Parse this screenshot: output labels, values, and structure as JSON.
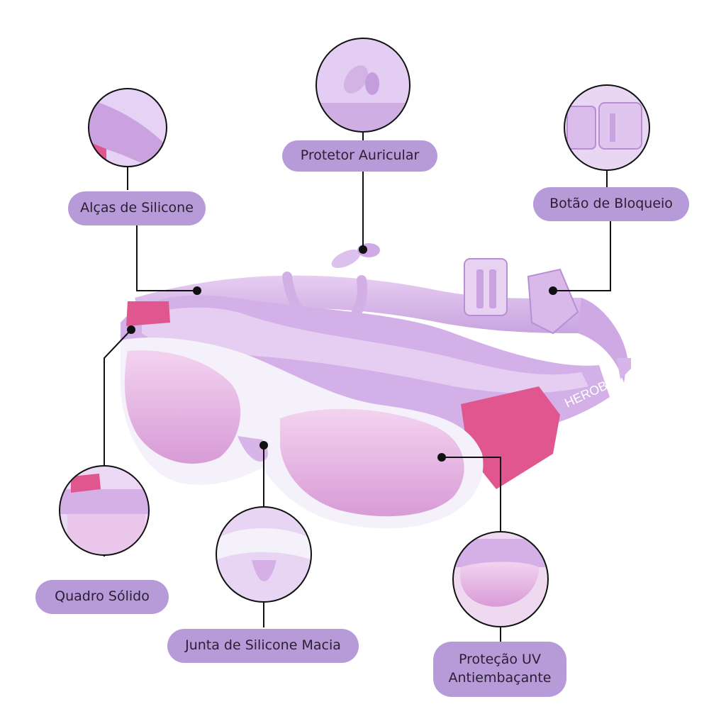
{
  "labels": {
    "ear_protector": "Protetor Auricular",
    "silicone_straps": "Alças de Silicone",
    "lock_button": "Botão de Bloqueio",
    "solid_frame": "Quadro Sólido",
    "soft_silicone_joint": "Junta de Silicone Macia",
    "uv_protection_line1": "Proteção UV",
    "uv_protection_line2": "Antiembaçante"
  },
  "brand_text": "HEROBI",
  "colors": {
    "label_pill": "#b79ad8",
    "strap_lavender": "#d9b8ea",
    "lens_pink": "#e9b8e3",
    "accent_pink": "#e0568f",
    "frame_white": "#f4f1fb",
    "callout_line": "#111111"
  }
}
